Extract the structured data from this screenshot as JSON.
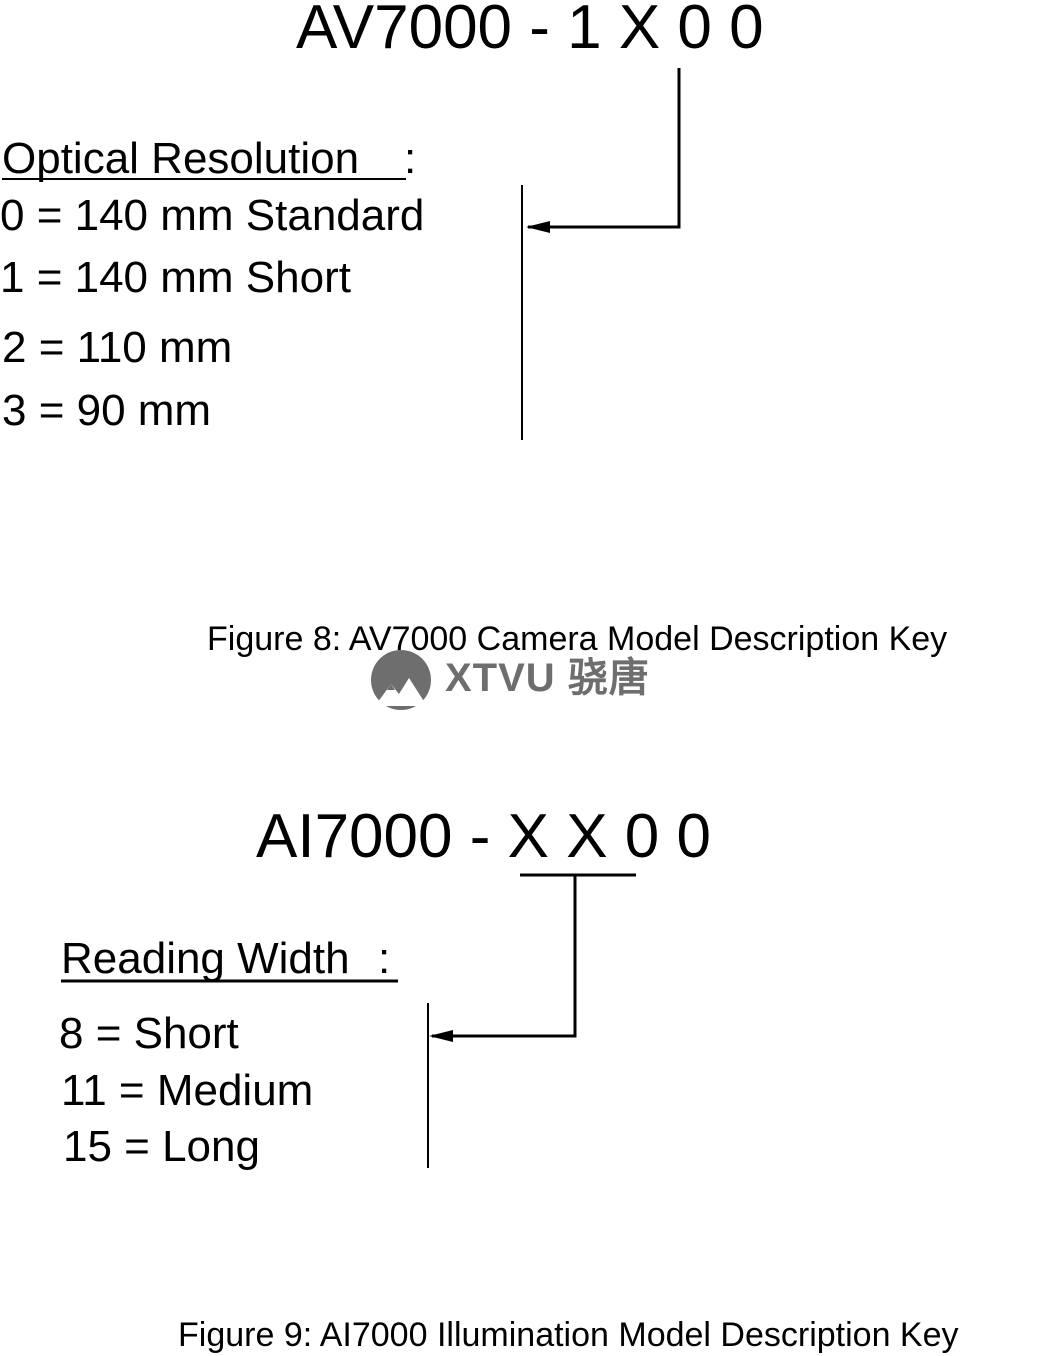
{
  "camera_key": {
    "model_code": "AV7000 - 1 X 0 0",
    "heading": "Optical Resolution",
    "heading_colon": ":",
    "options": [
      "0 = 140 mm Standard",
      "1 = 140 mm Short",
      "2 = 110 mm",
      "3 = 90 mm"
    ],
    "caption": "Figure  8: AV7000 Camera Model Description Key"
  },
  "illumination_key": {
    "model_prefix": "AI7000 - ",
    "model_selected": "X X",
    "model_suffix": " 0 0",
    "heading": "Reading Width",
    "heading_colon": ":",
    "options": [
      "8 = Short",
      "11 = Medium",
      "15 = Long"
    ],
    "caption": "Figure  9: AI7000 Illumination Model Description Key"
  },
  "watermark": {
    "text": "XTVU 骁唐"
  },
  "colors": {
    "ink": "#000000",
    "watermark": "#6e6e6e"
  }
}
